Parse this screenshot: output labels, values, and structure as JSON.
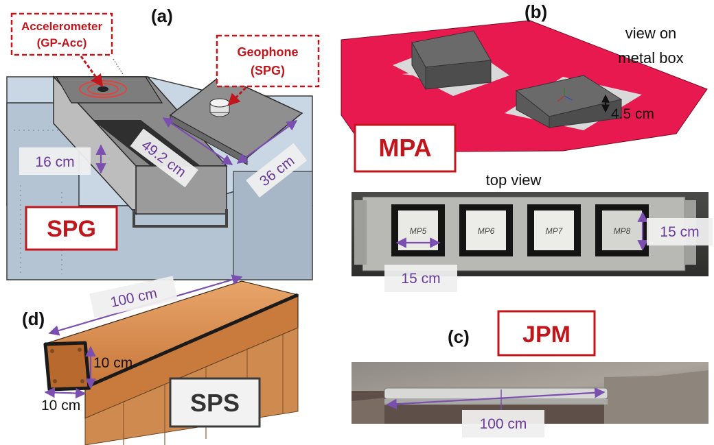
{
  "panels": {
    "a": {
      "label": "(a)",
      "callout_accelerometer": [
        "Accelerometer",
        "(GP-Acc)"
      ],
      "callout_geophone": [
        "Geophone",
        "(SPG)"
      ],
      "dim_length": "49.2 cm",
      "dim_width": "36 cm",
      "dim_height": "16 cm",
      "title": "SPG"
    },
    "b": {
      "label": "(b)",
      "note": [
        "view on",
        "metal box"
      ],
      "dim_box_height": "4.5 cm",
      "title": "MPA",
      "top_view_caption": "top view",
      "plate_marks": [
        "MP5",
        "MP6",
        "MP7",
        "MP8"
      ],
      "dim_square_w": "15 cm",
      "dim_square_h": "15 cm"
    },
    "c": {
      "label": "(c)",
      "title": "JPM",
      "dim_length": "100 cm"
    },
    "d": {
      "label": "(d)",
      "dim_length": "100 cm",
      "dim_height": "10 cm",
      "dim_width": "10 cm",
      "title": "SPS"
    }
  },
  "colors": {
    "accent_red": "#c0161c",
    "dimension_purple": "#7a4fb0",
    "mpa_plate_red": "#e8194e",
    "sps_orange": "#d98a48",
    "spg_frame": "#b9c8d8"
  }
}
